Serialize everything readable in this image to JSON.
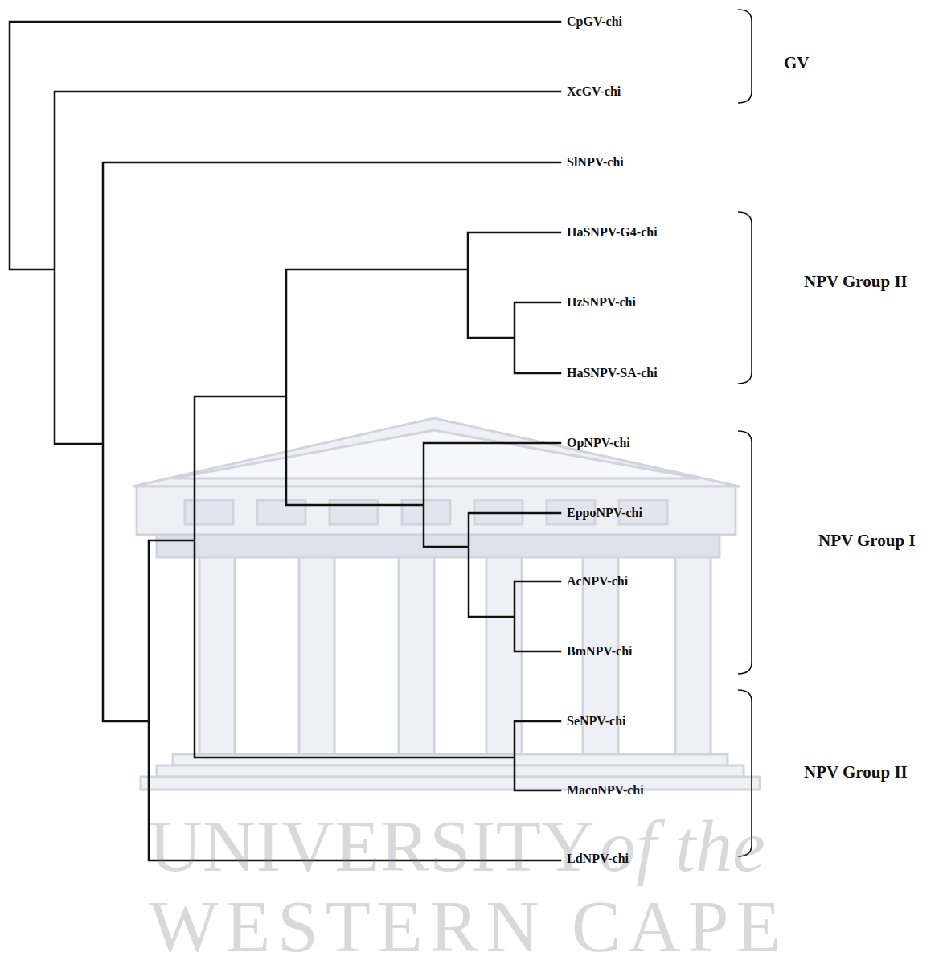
{
  "diagram": {
    "labels": [
      "CpGV-chi",
      "XcGV-chi",
      "SlNPV-chi",
      "HaSNPV-G4-chi",
      "HzSNPV-chi",
      "HaSNPV-SA-chi",
      "OpNPV-chi",
      "EppoNPV-chi",
      "AcNPV-chi",
      "BmNPV-chi",
      "SeNPV-chi",
      "MacoNPV-chi",
      "LdNPV-chi",
      "GV",
      "NPV Group II",
      "NPV Group I",
      "NPV Group II",
      "UNIVERSITY",
      "of the",
      "WESTERN CAPE"
    ]
  }
}
